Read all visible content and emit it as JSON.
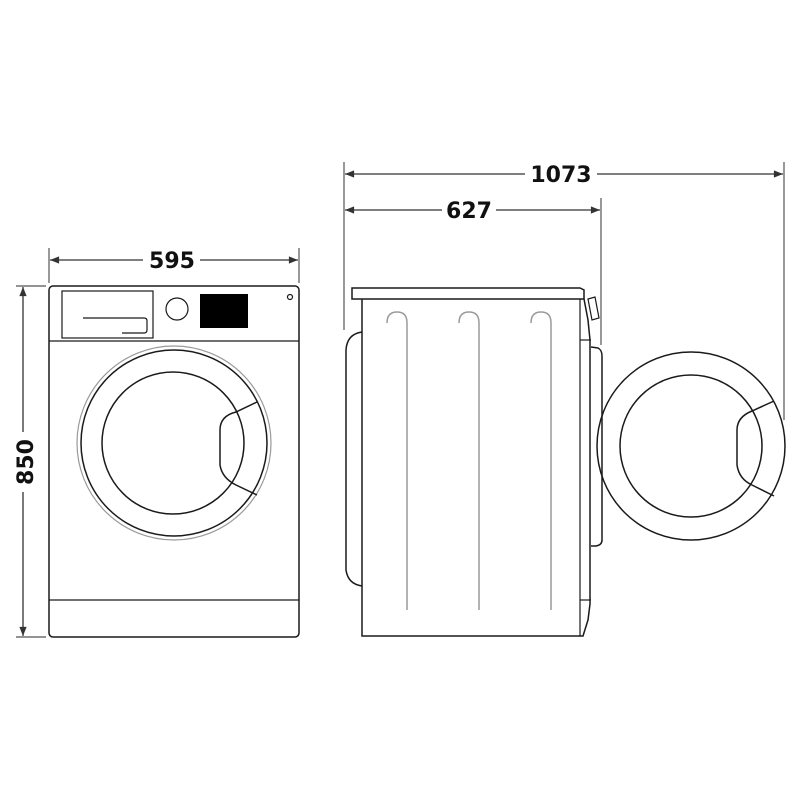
{
  "diagram": {
    "subject": "Front-loading washing machine dimensions",
    "units": "mm",
    "views": [
      {
        "name": "front-view",
        "label": ""
      },
      {
        "name": "side-view",
        "label": ""
      }
    ],
    "dimensions": {
      "width": "595",
      "height": "850",
      "depth": "627",
      "depth_door_open": "1073"
    },
    "colors": {
      "line": "#1a1a1a",
      "display": "#000000",
      "background": "#ffffff"
    }
  }
}
